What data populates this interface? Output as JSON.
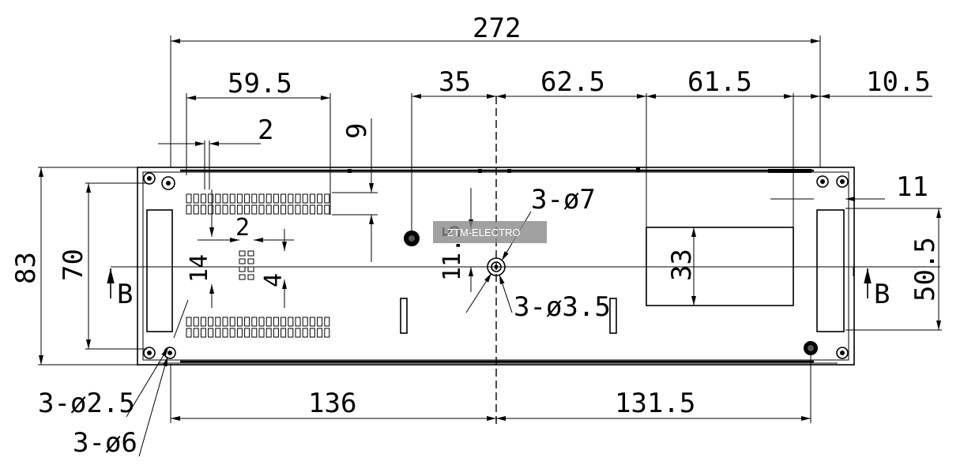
{
  "dimensions": {
    "overall_width": "272",
    "left_offset": "59.5",
    "pin_pitch": "2",
    "vertical_9": "9",
    "center_35": "35",
    "span_62_5": "62.5",
    "span_61_5": "61.5",
    "right_10_5": "10.5",
    "right_11": "11",
    "height_83": "83",
    "height_70": "70",
    "small_14": "14",
    "small_2": "2",
    "small_4": "4",
    "small_11_5": "11.5",
    "hole_3_phi7": "3-ø7",
    "hole_3_phi3_5": "3-ø3.5",
    "window_33": "33",
    "right_50_5": "50.5",
    "bottom_136": "136",
    "bottom_131_5": "131.5",
    "hole_3_phi2_5": "3-ø2.5",
    "hole_3_phi6": "3-ø6"
  },
  "section_marks": {
    "left": "B",
    "right": "B"
  },
  "watermark": "ZTM-ELECTRO"
}
